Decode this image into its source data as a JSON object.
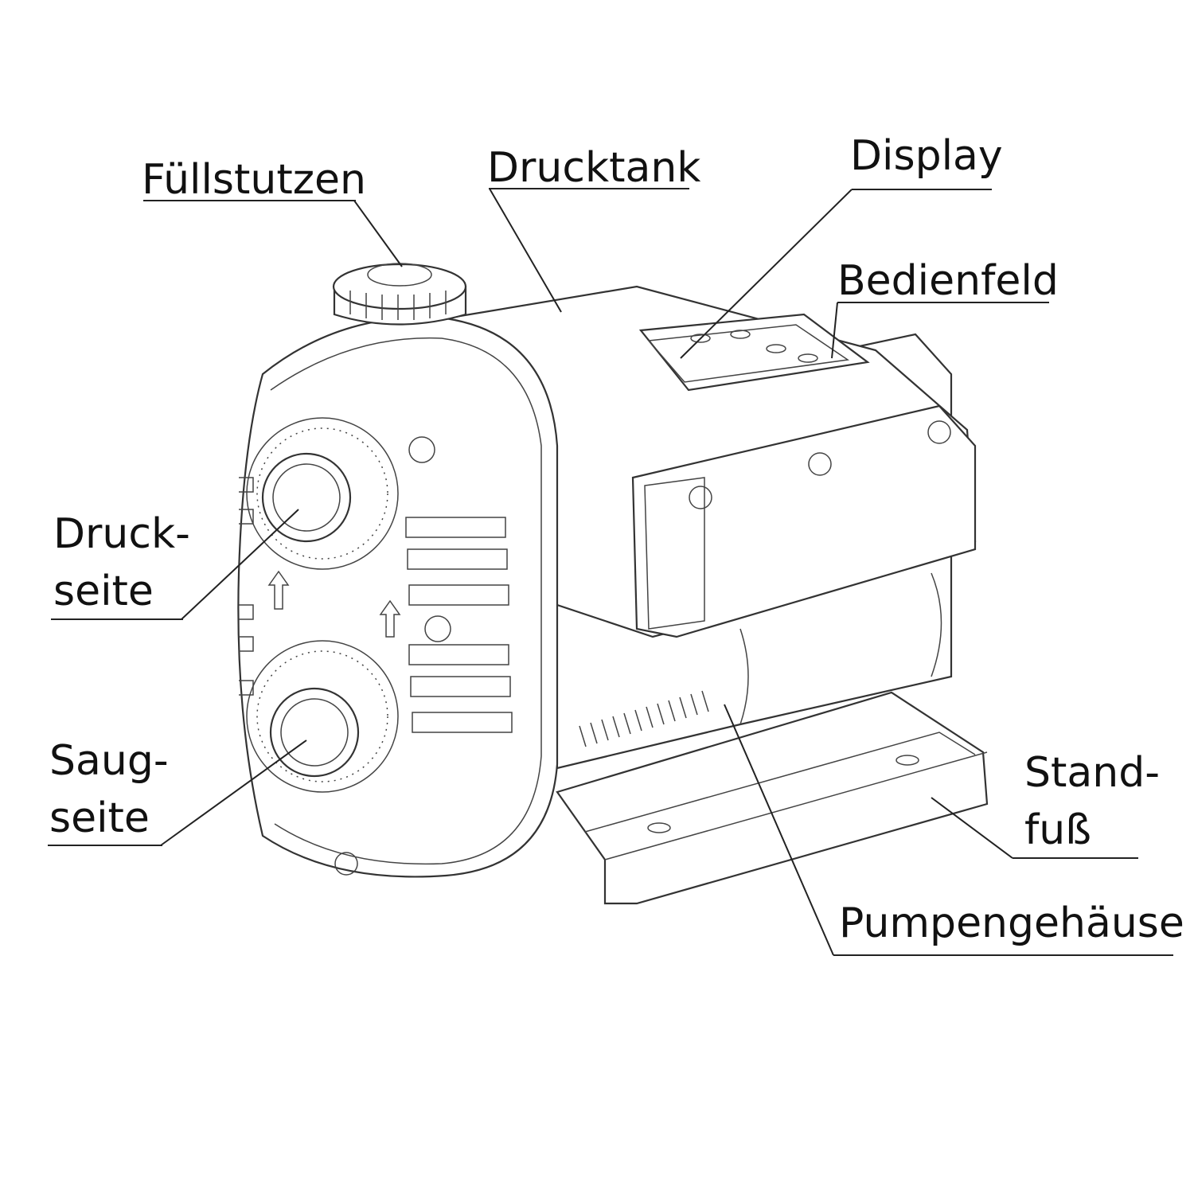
{
  "labels": {
    "fuellstutzen": "Füllstutzen",
    "drucktank": "Drucktank",
    "display": "Display",
    "bedienfeld": "Bedienfeld",
    "druckseite_1": "Druck-",
    "druckseite_2": "seite",
    "saugseite_1": "Saug-",
    "saugseite_2": "seite",
    "standfuss_1": "Stand-",
    "standfuss_2": "fuß",
    "pumpengehaeuse": "Pumpengehäuse"
  },
  "colors": {
    "ink": "#111111",
    "background": "#ffffff"
  }
}
